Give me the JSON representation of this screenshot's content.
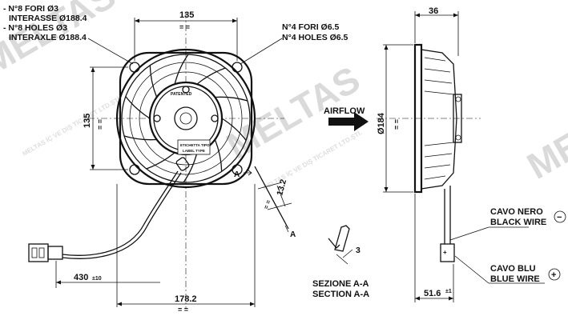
{
  "notes": {
    "left_lines": [
      "- N°8 FORI Ø3",
      "INTERASSE Ø188.4",
      "- N°8 HOLES Ø3",
      "INTERAXLE Ø188.4"
    ],
    "right_lines": [
      "N°4 FORI Ø6.5",
      "N°4 HOLES Ø6.5"
    ]
  },
  "dims": {
    "top_width": "135",
    "top_eq": "= =",
    "left_height": "135",
    "left_eq": "= =",
    "side_depth": "36",
    "diameter": "Ø184",
    "side_eq": "= =",
    "bottom_width": "178.2",
    "bottom_eq": "= =",
    "cable_length": "430",
    "cable_tol": "±10",
    "tab_dim": "13.2",
    "depth_bottom": "51.6",
    "depth_tol": "±1",
    "section_dim": "3"
  },
  "labels": {
    "patented": "PATENTED",
    "label_type_1": "ETICHETTA TIPO",
    "label_type_2": "LABEL TYPE",
    "airflow": "AIRFLOW",
    "section_a1": "A",
    "section_a2": "A",
    "section_it": "SEZIONE A-A",
    "section_en": "SECTION A-A",
    "black_wire_it": "CAVO NERO",
    "black_wire_en": "BLACK WIRE",
    "black_symbol": "−",
    "blue_wire_it": "CAVO BLU",
    "blue_wire_en": "BLUE WIRE",
    "blue_symbol": "+"
  },
  "watermark": {
    "brand": "MELTAS",
    "sub": "MELTAS İÇ VE DIŞ TİCARET LTD.ŞTİ."
  }
}
